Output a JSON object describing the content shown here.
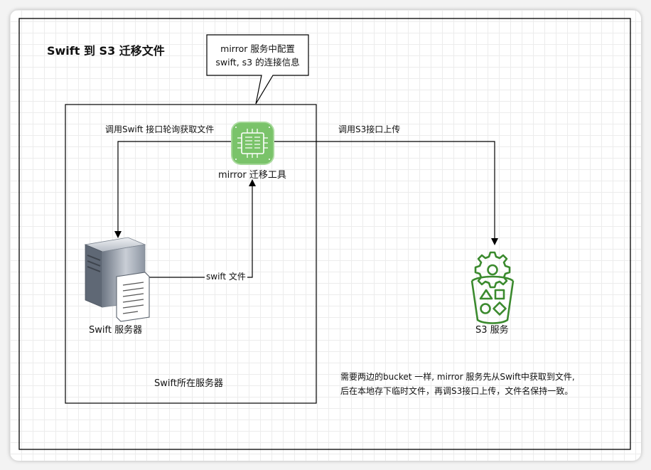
{
  "diagram": {
    "title": "Swift 到 S3 迁移文件",
    "callout": {
      "line1": "mirror 服务中配置",
      "line2": "swift, s3 的连接信息"
    },
    "nodes": {
      "mirror": "mirror 迁移工具",
      "swift_server": "Swift 服务器",
      "s3": "S3 服务",
      "swift_container": "Swift所在服务器"
    },
    "edges": {
      "poll": "调用Swift 接口轮询获取文件",
      "upload": "调用S3接口上传",
      "swift_file": "swift 文件"
    },
    "note": {
      "line1": "需要两边的bucket 一样, mirror 服务先从Swift中获取到文件,",
      "line2": "后在本地存下临时文件，再调S3接口上传，文件名保持一致。"
    },
    "icons": {
      "mirror": "microchip-icon",
      "swift_server": "server-icon",
      "s3": "s3-bucket-icon"
    },
    "colors": {
      "mirror_icon_bg": "#7ac36a",
      "s3_icon": "#3b8a2e",
      "stroke": "#000000"
    }
  }
}
